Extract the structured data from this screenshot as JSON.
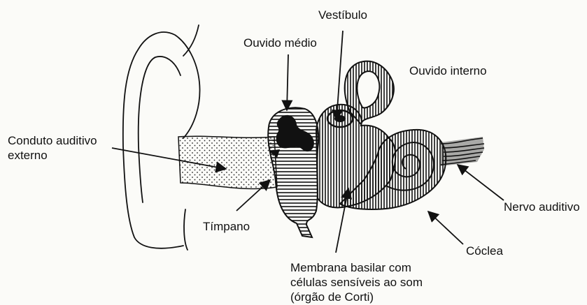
{
  "labels": {
    "vestibulo": "Vestíbulo",
    "ouvido_medio": "Ouvido médio",
    "ouvido_interno": "Ouvido interno",
    "conduto": [
      "Conduto auditivo",
      "externo"
    ],
    "timpano": "Tímpano",
    "nervo": "Nervo auditivo",
    "coclea": "Cóclea",
    "membrana": [
      "Membrana basilar com",
      "células  sensíveis ao som",
      "(órgão de Corti)"
    ]
  }
}
